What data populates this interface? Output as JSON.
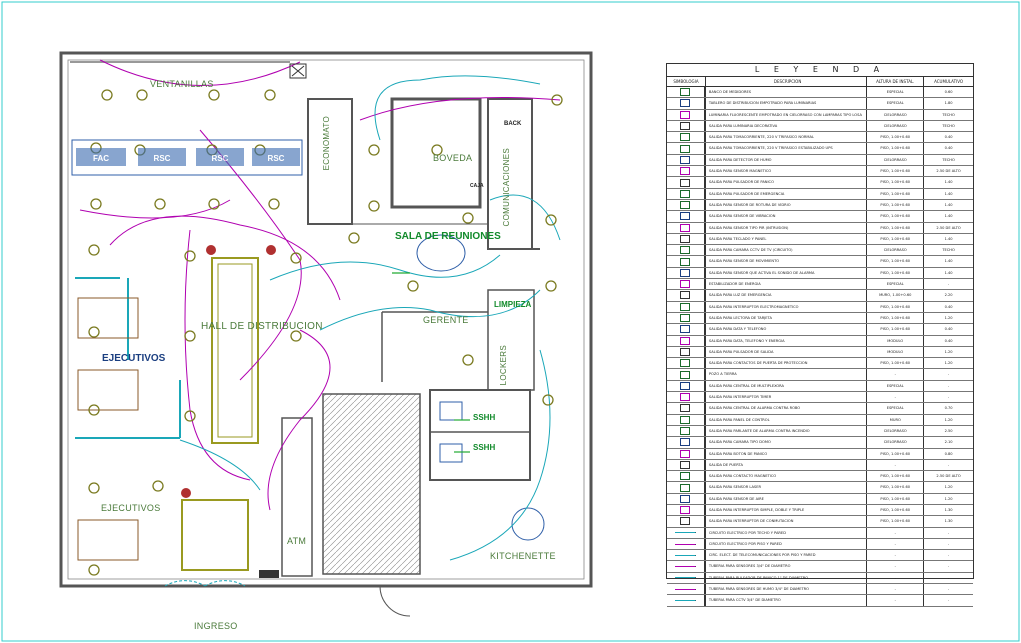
{
  "plan": {
    "rooms": {
      "ventanillas": "VENTANILLAS",
      "economato": "ECONOMATO",
      "boveda": "BOVEDA",
      "back": "BACK",
      "caja": "CAJA",
      "comunicaciones": "COMUNICACIONES",
      "sala_reuniones": "SALA DE REUNIONES",
      "hall": "HALL DE DISTRIBUCION",
      "ejecutivos_1": "EJECUTIVOS",
      "ejecutivos_2": "EJECUTIVOS",
      "gerente": "GERENTE",
      "limpieza": "LIMPIEZA",
      "lockers": "LOCKERS",
      "sshh_1": "SSHH",
      "sshh_2": "SSHH",
      "atm": "ATM",
      "kitchenette": "KITCHENETTE",
      "ingreso": "INGRESO"
    },
    "desks": [
      "FAC",
      "RSC",
      "RSC",
      "RSC"
    ],
    "colors": {
      "wall": "#555555",
      "circuit": "#b000b0",
      "circuit_cyan": "#1aa7b8",
      "light": "#7a7a20",
      "furniture": "#2f5fa8",
      "green_text": "#118a2a",
      "brown": "#8a5a2a"
    }
  },
  "legend": {
    "title": "L E Y E N D A",
    "headers": [
      "SIMBOLOGIA",
      "DESCRIPCION",
      "ALTURA DE INSTAL.",
      "ACUMULATIVO"
    ],
    "rows": [
      {
        "d": "BANCO DE MEDIDORES",
        "h": "ESPECIAL",
        "a": "0.60"
      },
      {
        "d": "TABLERO DE DISTRIBUCION EMPOTRADO PARA LUMINARIAS",
        "h": "ESPECIAL",
        "a": "1.80"
      },
      {
        "d": "LUMINARIA FLUORESCENTE EMPOTRADO EN CIELORRASO CON LAMPARAS TIPO LOSA",
        "h": "CIELORRASO",
        "a": "TECHO"
      },
      {
        "d": "SALIDA PARA LUMINARIA DECORATIVA",
        "h": "CIELORRASO",
        "a": "TECHO"
      },
      {
        "d": "SALIDA PARA TOMACORRIENTE, 220 V TRIFASICO NORMAL",
        "h": "PISO, 1.00+0.60",
        "a": "0.40"
      },
      {
        "d": "SALIDA PARA TOMACORRIENTE, 220 V TRIFASICO ESTABILIZADO UPS",
        "h": "PISO, 1.00+0.60",
        "a": "0.40"
      },
      {
        "d": "SALIDA PARA DETECTOR DE HUMO",
        "h": "CIELORRASO",
        "a": "TECHO"
      },
      {
        "d": "SALIDA PARA SENSOR MAGNETICO",
        "h": "PISO, 1.00+0.60",
        "a": "2.50 DE ALTO"
      },
      {
        "d": "SALIDA PARA PULSADOR DE PANICO",
        "h": "PISO, 1.00+0.60",
        "a": "1.40"
      },
      {
        "d": "SALIDA PARA PULSADOR DE EMERGENCIA",
        "h": "PISO, 1.00+0.60",
        "a": "1.40"
      },
      {
        "d": "SALIDA PARA SENSOR DE ROTURA DE VIDRIO",
        "h": "PISO, 1.00+0.60",
        "a": "1.40"
      },
      {
        "d": "SALIDA PARA SENSOR DE VIBRACION",
        "h": "PISO, 1.00+0.60",
        "a": "1.40"
      },
      {
        "d": "SALIDA PARA SENSOR TIPO PIR (INTRUSION)",
        "h": "PISO, 1.00+0.60",
        "a": "2.50 DE ALTO"
      },
      {
        "d": "SALIDA PARA TECLADO Y PANEL",
        "h": "PISO, 1.00+0.60",
        "a": "1.40"
      },
      {
        "d": "SALIDA PARA CAMARA CCTV DE TV (CIRCUITO)",
        "h": "CIELORRASO",
        "a": "TECHO"
      },
      {
        "d": "SALIDA PARA SENSOR DE MOVIMIENTO",
        "h": "PISO, 1.00+0.60",
        "a": "1.40"
      },
      {
        "d": "SALIDA PARA SENSOR QUE ACTIVA EL SONIDO DE ALARMA",
        "h": "PISO, 1.00+0.60",
        "a": "1.40"
      },
      {
        "d": "ESTABILIZADOR DE ENERGIA",
        "h": "ESPECIAL",
        "a": "-"
      },
      {
        "d": "SALIDA PARA LUZ DE EMERGENCIA",
        "h": "MURO, 1.00+0.60",
        "a": "2.20"
      },
      {
        "d": "SALIDA PARA INTERRUPTOR ELECTROMAGNETICO",
        "h": "PISO, 1.00+0.60",
        "a": "0.40"
      },
      {
        "d": "SALIDA PARA LECTORA DE TARJETA",
        "h": "PISO, 1.00+0.60",
        "a": "1.20"
      },
      {
        "d": "SALIDA PARA DATA Y TELEFONO",
        "h": "PISO, 1.00+0.60",
        "a": "0.40"
      },
      {
        "d": "SALIDA PARA DATA, TELEFONO Y ENERGIA",
        "h": "MODULO",
        "a": "0.40"
      },
      {
        "d": "SALIDA PARA PULSADOR DE SALIDA",
        "h": "MODULO",
        "a": "1.20"
      },
      {
        "d": "SALIDA PARA CONTACTOS DE PUERTA DE PROTECCION",
        "h": "PISO, 1.00+0.60",
        "a": "1.20"
      },
      {
        "d": "POZO A TIERRA",
        "h": "-",
        "a": "-"
      },
      {
        "d": "SALIDA PARA CENTRAL DE MULTIPLEXORA",
        "h": "ESPECIAL",
        "a": "-"
      },
      {
        "d": "SALIDA PARA INTERRUPTOR TIMER",
        "h": "-",
        "a": "-"
      },
      {
        "d": "SALIDA PARA CENTRAL DE ALARMA CONTRA ROBO",
        "h": "ESPECIAL",
        "a": "0.70"
      },
      {
        "d": "SALIDA PARA PANEL DE CONTROL",
        "h": "MURO",
        "a": "1.20"
      },
      {
        "d": "SALIDA PARA PARLANTE DE ALARMA CONTRA INCENDIO",
        "h": "CIELORRASO",
        "a": "2.50"
      },
      {
        "d": "SALIDA PARA CAMARA TIPO DOMO",
        "h": "CIELORRASO",
        "a": "2.10"
      },
      {
        "d": "SALIDA PARA BOTON DE PANICO",
        "h": "PISO, 1.00+0.60",
        "a": "0.80"
      },
      {
        "d": "SALIDA DE PUERTA",
        "h": "-",
        "a": "-"
      },
      {
        "d": "SALIDA PARA CONTACTO MAGNETICO",
        "h": "PISO, 1.00+0.60",
        "a": "2.50 DE ALTO"
      },
      {
        "d": "SALIDA PARA SENSOR LASER",
        "h": "PISO, 1.00+0.60",
        "a": "1.20"
      },
      {
        "d": "SALIDA PARA SENSOR DE AIRE",
        "h": "PISO, 1.00+0.60",
        "a": "1.20"
      },
      {
        "d": "SALIDA PARA INTERRUPTOR SIMPLE, DOBLE Y TRIPLE",
        "h": "PISO, 1.00+0.60",
        "a": "1.30"
      },
      {
        "d": "SALIDA PARA INTERRUPTOR DE CONMUTACION",
        "h": "PISO, 1.00+0.60",
        "a": "1.30"
      },
      {
        "d": "CIRCUITO ELECTRICO POR TECHO Y PARED",
        "h": "-",
        "a": "-"
      },
      {
        "d": "CIRCUITO ELECTRICO POR PISO Y PARED",
        "h": "-",
        "a": "-"
      },
      {
        "d": "CIRC. ELECT. DE TELECOMUNICACIONES POR PISO Y PARED",
        "h": "-",
        "a": "-"
      },
      {
        "d": "TUBERIA PARA SENSORES 3/4\" DE DIAMETRO",
        "h": "-",
        "a": "-"
      },
      {
        "d": "TUBERIA PARA PULSADOR DE PANICO 1\" DE DIAMETRO",
        "h": "-",
        "a": "-"
      },
      {
        "d": "TUBERIA PARA SENSORES DE HUMO 3/4\" DE DIAMETRO",
        "h": "-",
        "a": "-"
      },
      {
        "d": "TUBERIA PARA CCTV 3/4\" DE DIAMETRO",
        "h": "-",
        "a": "-"
      }
    ]
  }
}
